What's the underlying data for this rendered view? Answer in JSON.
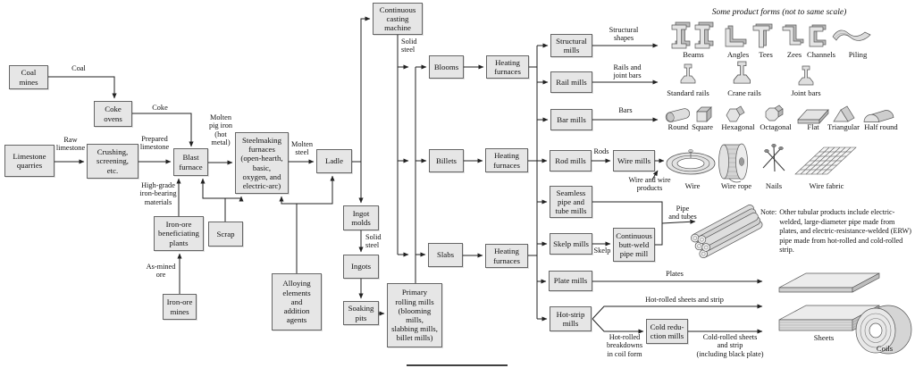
{
  "title": "Some product forms (not to same scale)",
  "boxes": {
    "coal_mines": "Coal\nmines",
    "coke_ovens": "Coke\novens",
    "limestone_quarries": "Limestone\nquarries",
    "crushing": "Crushing,\nscreening,\netc.",
    "blast_furnace": "Blast\nfurnace",
    "steelmaking": "Steelmaking\nfurnaces\n(open-hearth,\nbasic,\noxygen, and\nelectric-arc)",
    "ladle": "Ladle",
    "scrap": "Scrap",
    "beneficiating": "Iron-ore\nbeneficiating\nplants",
    "iron_ore_mines": "Iron-ore\nmines",
    "alloying": "Alloying\nelements\nand\naddition\nagents",
    "ccm": "Continuous\ncasting\nmachine",
    "ingot_molds": "Ingot\nmolds",
    "ingots": "Ingots",
    "soaking_pits": "Soaking\npits",
    "primary_mills": "Primary\nrolling mills\n(blooming\nmills,\nslabbing mills,\nbillet mills)",
    "blooms": "Blooms",
    "billets": "Billets",
    "slabs": "Slabs",
    "heating_furnaces": "Heating\nfurnaces",
    "structural_mills": "Structural\nmills",
    "rail_mills": "Rail mills",
    "bar_mills": "Bar mills",
    "rod_mills": "Rod mills",
    "wire_mills": "Wire mills",
    "seamless_mills": "Seamless\npipe and\ntube mills",
    "skelp_mills": "Skelp mills",
    "butt_weld_mill": "Continuous\nbutt-weld\npipe mill",
    "plate_mills": "Plate mills",
    "hot_strip_mills": "Hot-strip\nmills",
    "cold_reduction_mills": "Cold redu-\nction mills"
  },
  "flow_labels": {
    "coal": "Coal",
    "coke": "Coke",
    "raw_limestone": "Raw\nlimestone",
    "prepared_limestone": "Prepared\nlimestone",
    "molten_pig_iron": "Molten\npig iron\n(hot\nmetal)",
    "high_grade": "High-grade\niron-bearing\nmaterials",
    "as_mined_ore": "As-mined\nore",
    "molten_steel": "Molten\nsteel",
    "solid_steel": "Solid\nsteel",
    "structural_shapes": "Structural\nshapes",
    "rails_joint_bars": "Rails and\njoint bars",
    "bars": "Bars",
    "rods": "Rods",
    "wire_products": "Wire and wire\nproducts",
    "pipe_tubes": "Pipe\nand tubes",
    "skelp": "Skelp",
    "plates": "Plates",
    "hot_rolled": "Hot-rolled sheets and strip",
    "hot_rolled_breakdowns": "Hot-rolled\nbreakdowns\nin coil form",
    "cold_rolled": "Cold-rolled sheets\nand strip\n(including black plate)"
  },
  "products": {
    "beams": "Beams",
    "angles": "Angles",
    "tees": "Tees",
    "zees": "Zees",
    "channels": "Channels",
    "piling": "Piling",
    "standard_rails": "Standard rails",
    "crane_rails": "Crane rails",
    "joint_bars": "Joint bars",
    "round": "Round",
    "square": "Square",
    "hexagonal": "Hexagonal",
    "octagonal": "Octagonal",
    "flat": "Flat",
    "triangular": "Triangular",
    "half_round": "Half round",
    "wire": "Wire",
    "wire_rope": "Wire rope",
    "nails": "Nails",
    "wire_fabric": "Wire fabric",
    "sheets": "Sheets",
    "coils": "Coils"
  },
  "note": {
    "label": "Note:",
    "text": "Other tubular products include electric-welded, large-diameter pipe made from plates, and electric-resistance-welded (ERW) pipe made from hot-rolled and cold-rolled strip."
  },
  "colors": {
    "box_fill": "#e6e6e6",
    "box_border": "#666666",
    "line": "#222222",
    "text": "#111111"
  }
}
